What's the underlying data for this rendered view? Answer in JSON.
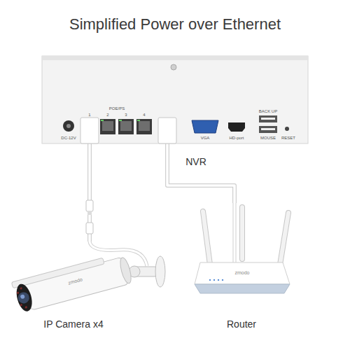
{
  "diagram": {
    "title": "Simplified Power over Ethernet",
    "nodes": [
      {
        "text": [
          "NVR"
        ]
      },
      {
        "text": [
          "IP Camera x4"
        ]
      },
      {
        "text": [
          "Router"
        ]
      }
    ],
    "edges": [
      {
        "from": 1,
        "to": 0,
        "arrow": "none"
      },
      {
        "from": 2,
        "to": 0,
        "arrow": "none"
      }
    ],
    "labels": [
      "DC-12V",
      "POE/PS",
      "1",
      "2",
      "3",
      "4",
      "VGA",
      "HD-port",
      "BACK UP",
      "MOUSE",
      "RESET",
      "zmodo",
      "zmodo"
    ]
  }
}
